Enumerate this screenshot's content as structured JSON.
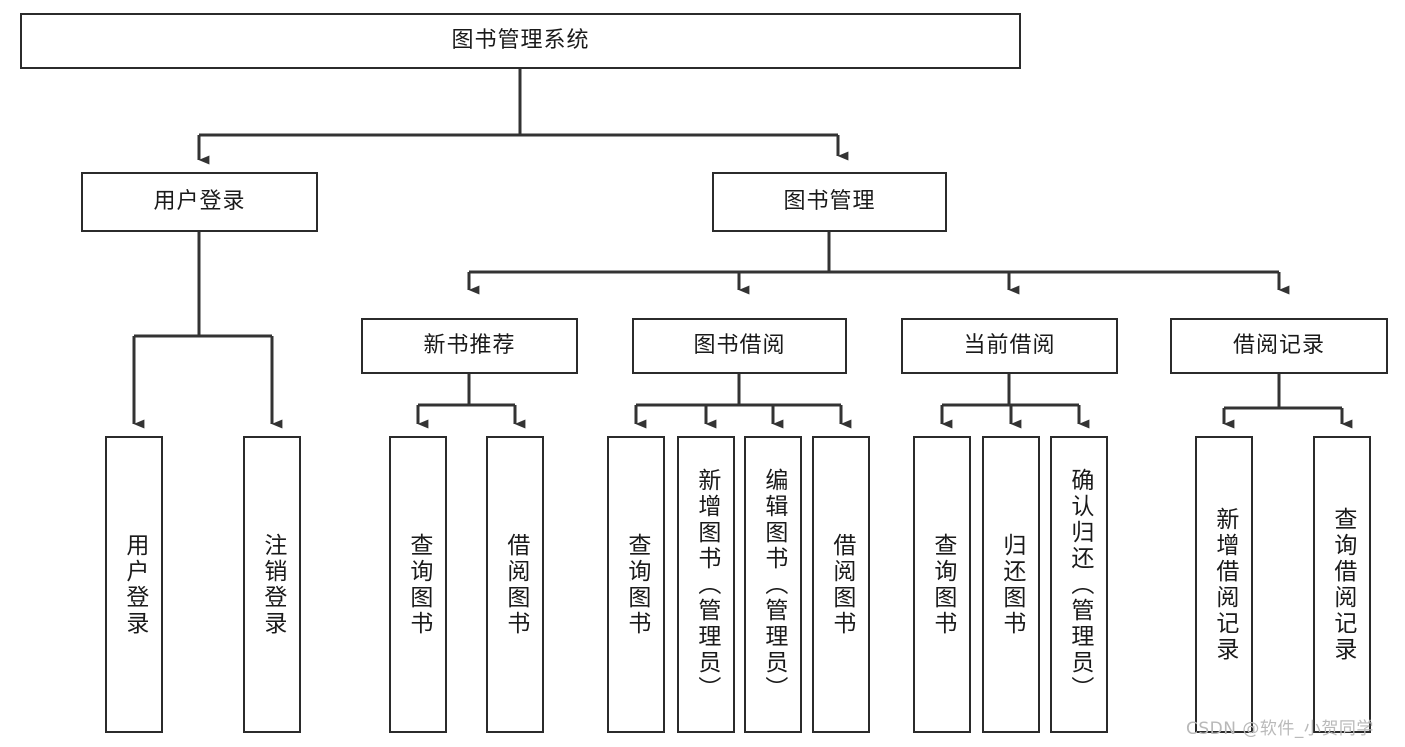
{
  "diagram": {
    "title": "图书管理系统",
    "type": "tree-hierarchy-chart",
    "watermark": "CSDN @软件_小贺同学",
    "colors": {
      "box_border": "#2b2b2b",
      "box_fill": "#ffffff",
      "edge": "#333333",
      "text": "#1a1a1a",
      "watermark": "#b9b9b9"
    },
    "nodes": {
      "root": {
        "label": "图书管理系统"
      },
      "level1": [
        {
          "id": "user-login",
          "label": "用户登录"
        },
        {
          "id": "book-manage",
          "label": "图书管理"
        }
      ],
      "level2": [
        {
          "id": "new-book-rec",
          "label": "新书推荐"
        },
        {
          "id": "book-borrow",
          "label": "图书借阅"
        },
        {
          "id": "current-borrow",
          "label": "当前借阅"
        },
        {
          "id": "borrow-record",
          "label": "借阅记录"
        }
      ],
      "level3": {
        "user-login": [
          {
            "id": "leaf-user-login",
            "label": "用户登录"
          },
          {
            "id": "leaf-user-logout",
            "label": "注销登录"
          }
        ],
        "new-book-rec": [
          {
            "id": "leaf-query-book-1",
            "label": "查询图书"
          },
          {
            "id": "leaf-borrow-book-1",
            "label": "借阅图书"
          }
        ],
        "book-borrow": [
          {
            "id": "leaf-query-book-2",
            "label": "查询图书"
          },
          {
            "id": "leaf-add-book",
            "label": "新增图书（管理员）"
          },
          {
            "id": "leaf-edit-book",
            "label": "编辑图书（管理员）"
          },
          {
            "id": "leaf-borrow-book-2",
            "label": "借阅图书"
          }
        ],
        "current-borrow": [
          {
            "id": "leaf-query-book-3",
            "label": "查询图书"
          },
          {
            "id": "leaf-return-book",
            "label": "归还图书"
          },
          {
            "id": "leaf-confirm-return",
            "label": "确认归还（管理员）"
          }
        ],
        "borrow-record": [
          {
            "id": "leaf-add-record",
            "label": "新增借阅记录"
          },
          {
            "id": "leaf-query-record",
            "label": "查询借阅记录"
          }
        ]
      }
    }
  }
}
